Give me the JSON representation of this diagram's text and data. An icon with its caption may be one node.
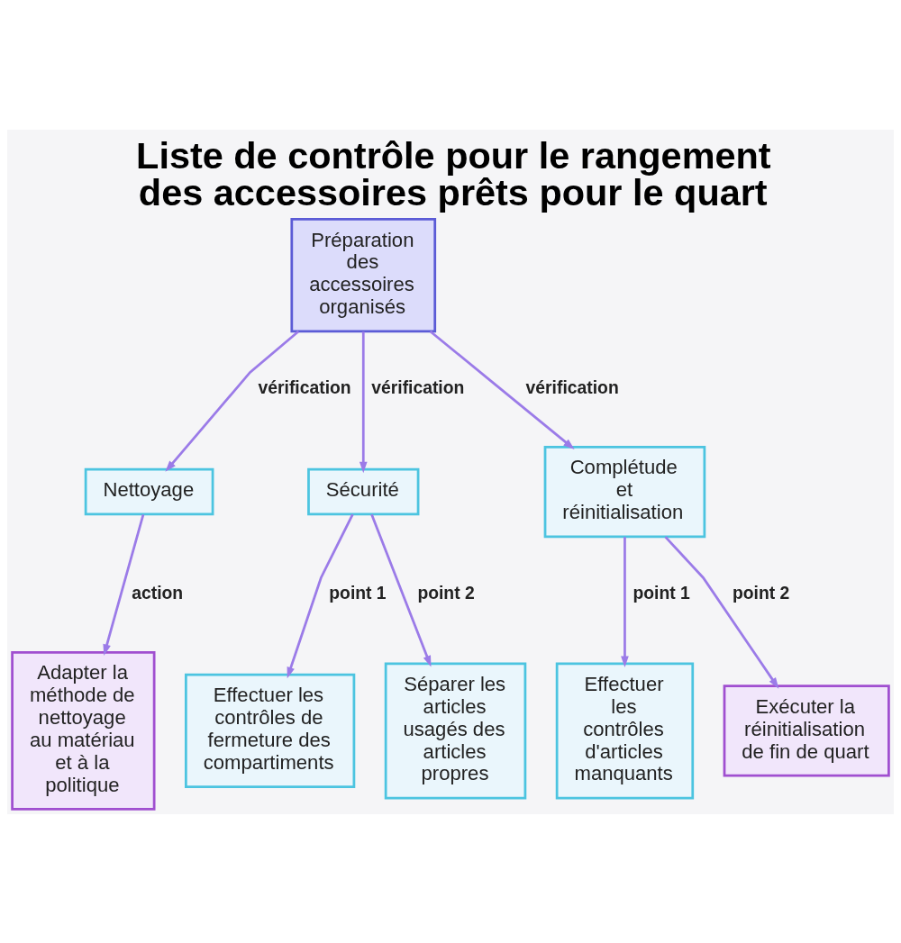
{
  "diagram": {
    "title": "Liste de contrôle pour le rangement des accessoires prêts pour le quart",
    "nodes": [
      {
        "text": [
          "Préparation des accessoires organisés"
        ]
      },
      {
        "text": [
          "Nettoyage"
        ]
      },
      {
        "text": [
          "Sécurité"
        ]
      },
      {
        "text": [
          "Complétude et réinitialisation"
        ]
      },
      {
        "text": [
          "Adapter la méthode de nettoyage au matériau et à la politique"
        ]
      },
      {
        "text": [
          "Effectuer les contrôles de fermeture des compartiments"
        ]
      },
      {
        "text": [
          "Séparer les articles usagés des articles propres"
        ]
      },
      {
        "text": [
          "Effectuer les contrôles d'articles manquants"
        ]
      },
      {
        "text": [
          "Exécuter la réinitialisation de fin de quart"
        ]
      }
    ],
    "edges": [
      {
        "from": 0,
        "to": 1,
        "arrow": "to",
        "label": "vérification"
      },
      {
        "from": 0,
        "to": 2,
        "arrow": "to",
        "label": "vérification"
      },
      {
        "from": 0,
        "to": 3,
        "arrow": "to",
        "label": "vérification"
      },
      {
        "from": 1,
        "to": 4,
        "arrow": "to",
        "label": "action"
      },
      {
        "from": 2,
        "to": 5,
        "arrow": "to",
        "label": "point 1"
      },
      {
        "from": 2,
        "to": 6,
        "arrow": "to",
        "label": "point 2"
      },
      {
        "from": 3,
        "to": 7,
        "arrow": "to",
        "label": "point 1"
      },
      {
        "from": 3,
        "to": 8,
        "arrow": "to",
        "label": "point 2"
      }
    ]
  }
}
